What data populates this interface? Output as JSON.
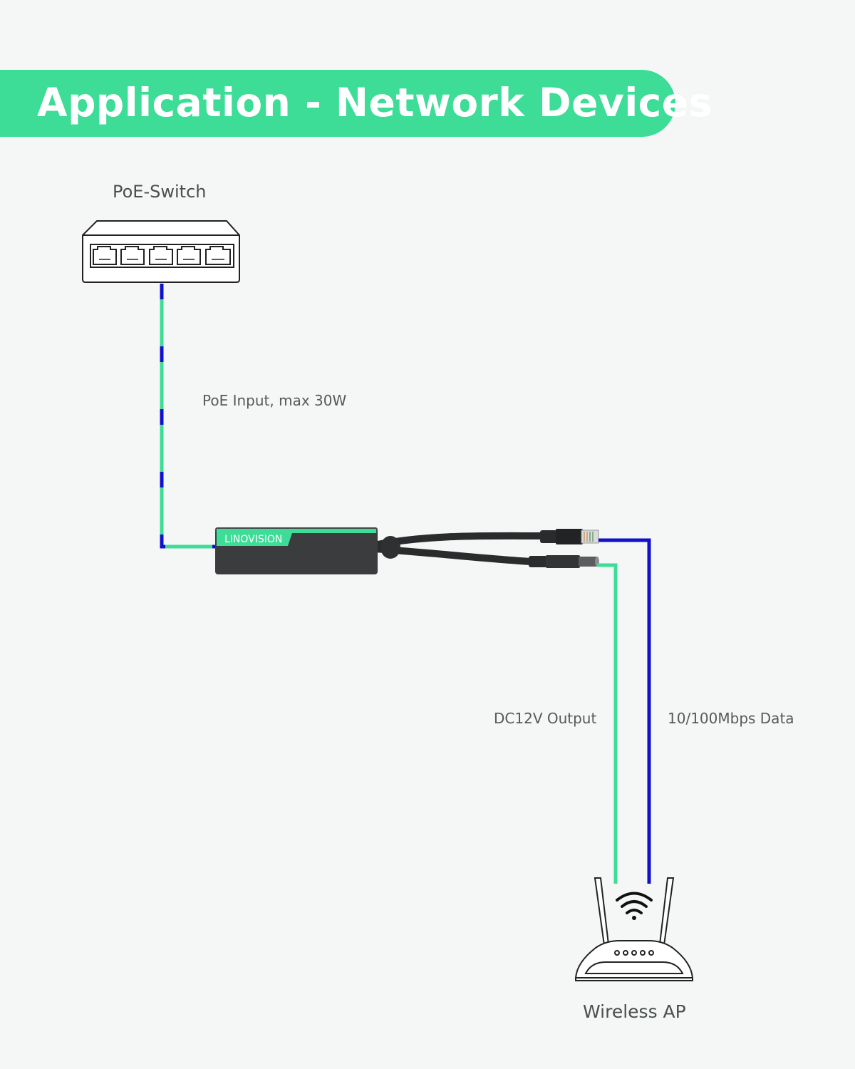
{
  "title": "Application - Network Devices",
  "devices": {
    "switch_label": "PoE-Switch",
    "ap_label": "Wireless AP",
    "splitter_brand": "LINOVISION"
  },
  "cables": {
    "poe_input_label": "PoE Input, max 30W",
    "dc_output_label": "DC12V Output",
    "data_label": "10/100Mbps Data"
  },
  "colors": {
    "accent_green": "#3ddc97",
    "data_blue": "#1111cc",
    "background": "#f5f7f6",
    "splitter_body": "#3a3c3e"
  },
  "icons": [
    "switch-icon",
    "splitter-icon",
    "rj45-plug-icon",
    "dc-plug-icon",
    "router-icon",
    "wifi-icon"
  ]
}
